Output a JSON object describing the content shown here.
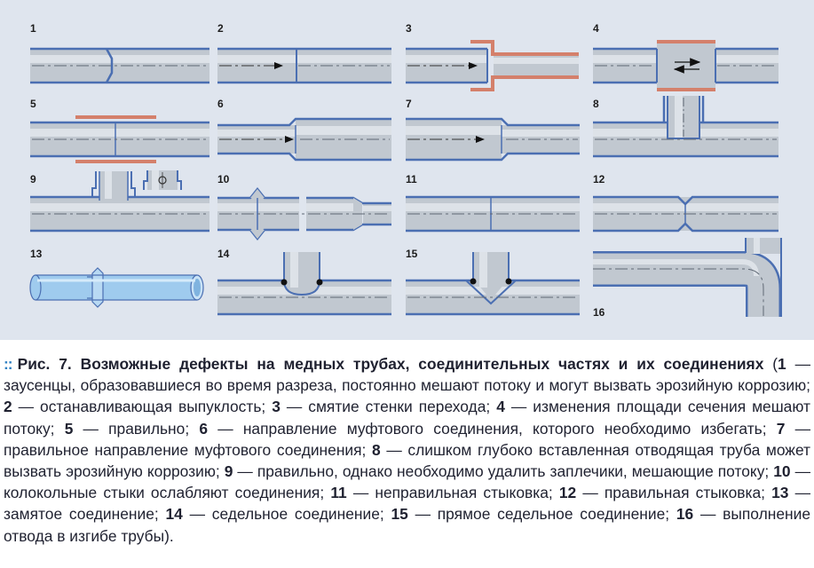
{
  "diagram": {
    "panel_labels": [
      "1",
      "2",
      "3",
      "4",
      "5",
      "6",
      "7",
      "8",
      "9",
      "10",
      "11",
      "12",
      "13",
      "14",
      "15",
      "16"
    ],
    "colors": {
      "background": "#dfe5ee",
      "pipe_body": "#c1c8d0",
      "pipe_highlight": "#dde2e8",
      "pipe_wall": "#4b6fb2",
      "fitting_copper": "#d4806b",
      "pipe_13": "#9fcbee",
      "accent": "#2e7fc2"
    }
  },
  "caption": {
    "bullet": "::",
    "title": "Рис. 7. Возможные дефекты на медных трубах, соединительных частях и их соединениях",
    "items": [
      {
        "num": "1",
        "text": " — заусенцы, образовавшиеся во время разреза, постоянно мешают потоку и могут вызвать эрозийную коррозию; "
      },
      {
        "num": "2",
        "text": " — останавливающая выпуклость; "
      },
      {
        "num": "3",
        "text": " — смятие стенки перехода; "
      },
      {
        "num": "4",
        "text": " — изменения площади сечения мешают потоку; "
      },
      {
        "num": "5",
        "text": " — правильно; "
      },
      {
        "num": "6",
        "text": " — направление муфтового соединения, которого необходимо избегать; "
      },
      {
        "num": "7",
        "text": " — правильное направление муфтового соединения; "
      },
      {
        "num": "8",
        "text": " — слишком глубоко вставленная отводящая труба может вызвать эрозийную коррозию; "
      },
      {
        "num": "9",
        "text": " — правильно, однако необходимо удалить заплечики, мешающие потоку; "
      },
      {
        "num": "10",
        "text": " — колокольные стыки ослабляют соединения; "
      },
      {
        "num": "11",
        "text": " — неправильная стыковка; "
      },
      {
        "num": "12",
        "text": " — правильная стыковка; "
      },
      {
        "num": "13",
        "text": " — замятое соединение; "
      },
      {
        "num": "14",
        "text": " — седельное соединение; "
      },
      {
        "num": "15",
        "text": " — прямое седельное соединение; "
      },
      {
        "num": "16",
        "text": " — выполнение отвода в изгибе трубы)."
      }
    ]
  }
}
